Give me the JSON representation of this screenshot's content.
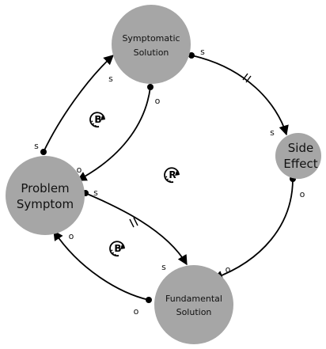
{
  "nodes": {
    "symptomatic_solution": {
      "lines": [
        "Symptomatic",
        "Solution"
      ],
      "color": "#a6a6a6"
    },
    "side_effect": {
      "lines": [
        "Side",
        "Effect"
      ],
      "color": "#a6a6a6"
    },
    "problem_symptom": {
      "lines": [
        "Problem",
        "Symptom"
      ],
      "color": "#a6a6a6"
    },
    "fundamental_solution": {
      "lines": [
        "Fundamental",
        "Solution"
      ],
      "color": "#a6a6a6"
    }
  },
  "links": {
    "problem_to_symptomatic": {
      "tail": "s",
      "head": "s"
    },
    "symptomatic_to_problem": {
      "tail": "o",
      "head": "o"
    },
    "symptomatic_to_side": {
      "tail": "s",
      "head": "s"
    },
    "side_to_fundamental": {
      "tail": "o",
      "head": "o"
    },
    "problem_to_fundamental": {
      "tail": "s",
      "head": "s"
    },
    "fundamental_to_problem": {
      "tail": "o",
      "head": "o"
    }
  },
  "loops": {
    "upper": "B",
    "center": "R",
    "lower": "B"
  }
}
